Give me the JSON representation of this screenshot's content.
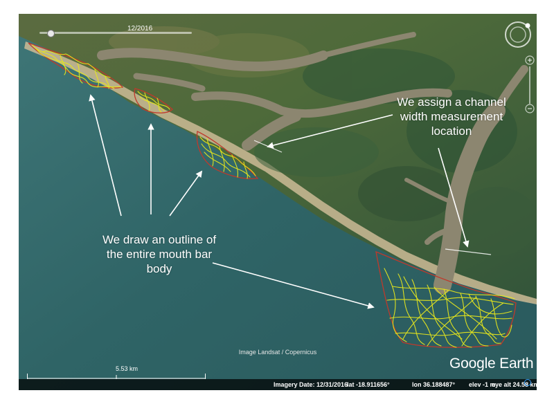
{
  "map": {
    "slider_date": "12/2016",
    "attribution": "Image Landsat / Copernicus",
    "scale_label": "5.53 km",
    "brand": "Google Earth",
    "imagery_date": "Imagery Date: 12/31/2016",
    "latitude": "lat  -18.911656°",
    "longitude": "lon  36.188487°",
    "elevation": "elev  -1 m",
    "eye_altitude": "eye alt  24.58 km",
    "icons": [
      "compass-icon",
      "zoom-slider-icon",
      "status-indicator-icon"
    ]
  },
  "annotations": {
    "left_text": "We draw an outline of the entire mouth bar body",
    "right_text": "We assign a channel width measurement location"
  },
  "colors": {
    "outline": "#c0392b",
    "traces": "#e8e81c",
    "callout_text": "#ffffff",
    "arrow": "#ffffff"
  }
}
